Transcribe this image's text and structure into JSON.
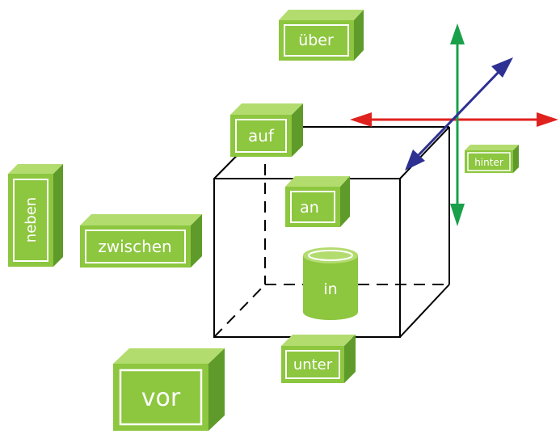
{
  "labels": {
    "uber": "über",
    "auf": "auf",
    "hinter": "hinter",
    "an": "an",
    "neben": "neben",
    "zwischen": "zwischen",
    "in": "in",
    "unter": "unter",
    "vor": "vor"
  },
  "colors": {
    "block_front": "#8dc63f",
    "block_top": "#b3dc6f",
    "block_side": "#5e9b2a",
    "label_border": "#ffffff",
    "cube_edge": "#000000",
    "axis_horizontal": "#e0221f",
    "axis_vertical": "#1aa04a",
    "axis_depth": "#2e3192"
  }
}
